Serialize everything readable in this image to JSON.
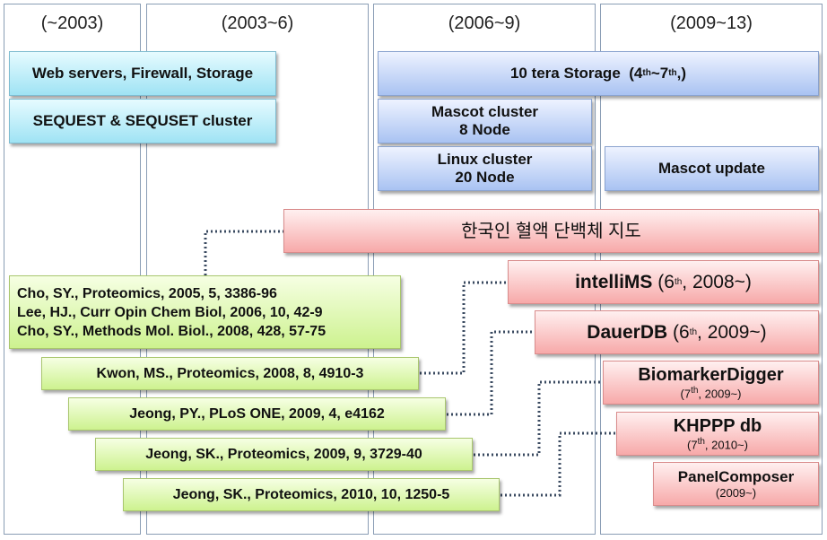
{
  "columns": [
    "(~2003)",
    "(2003~6)",
    "(2006~9)",
    "(2009~13)"
  ],
  "infra": {
    "web": "Web servers, Firewall, Storage",
    "sequest": "SEQUEST & SEQUSET cluster",
    "storage_main": "10 tera Storage",
    "storage_4th": "4",
    "storage_sup1": "th",
    "storage_tilde": "~7",
    "storage_sup2": "th",
    "storage_tail": ",)",
    "storage_open": "(",
    "mascot_cluster_1": "Mascot cluster",
    "mascot_cluster_2": "8 Node",
    "linux_cluster_1": "Linux cluster",
    "linux_cluster_2": "20 Node",
    "mascot_update": "Mascot update"
  },
  "projects": {
    "korean_map": "한국인 혈액 단백체 지도",
    "intellims_name": "intelliMS",
    "intellims_pre": "(6",
    "intellims_sup": "th",
    "intellims_post": ", 2008~)",
    "dauerdb_name": "DauerDB",
    "dauerdb_pre": "(6",
    "dauerdb_sup": "th",
    "dauerdb_post": ", 2009~)",
    "biomarker_name": "BiomarkerDigger",
    "biomarker_pre": "(7",
    "biomarker_sup": "th",
    "biomarker_post": ", 2009~)",
    "khppp_name": "KHPPP db",
    "khppp_pre": "(7",
    "khppp_sup": "th",
    "khppp_post": ", 2010~)",
    "panel_name": "PanelComposer",
    "panel_year": "(2009~)"
  },
  "references": {
    "group": [
      "Cho, SY., Proteomics, 2005, 5, 3386-96",
      "Lee, HJ., Curr Opin Chem Biol, 2006, 10, 42-9",
      "Cho, SY., Methods Mol. Biol., 2008, 428, 57-75"
    ],
    "kwon": "Kwon, MS., Proteomics, 2008, 8, 4910-3",
    "jeong_py": "Jeong, PY., PLoS ONE, 2009, 4, e4162",
    "jeong_sk_2009": "Jeong, SK., Proteomics, 2009, 9, 3729-40",
    "jeong_sk_2010": "Jeong, SK., Proteomics, 2010, 10, 1250-5"
  },
  "colors": {
    "infra_cyan": "#9fe3f4",
    "infra_blue": "#a9c3f2",
    "project_red": "#f7a9a9",
    "reference_green": "#cdf28f",
    "connector": "#3a4a60"
  }
}
